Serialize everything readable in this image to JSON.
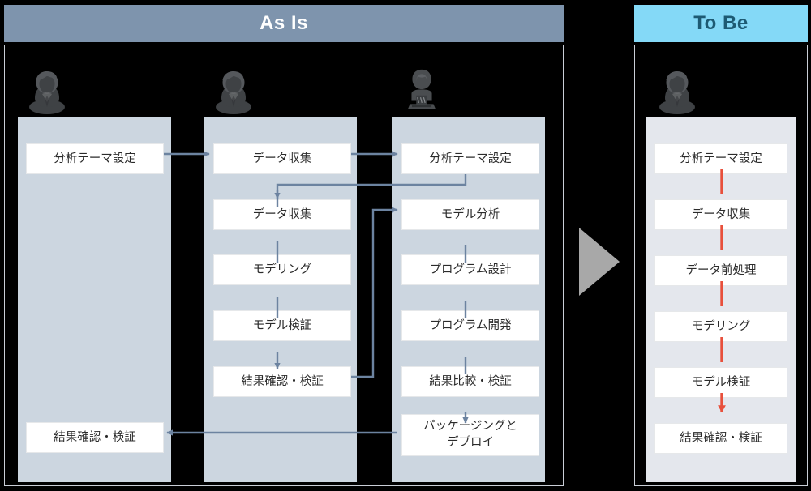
{
  "panels": {
    "as_is": {
      "title": "As Is",
      "header_color": "#7e94ad",
      "header_text_color": "#ffffff",
      "lane_color": "#ccd6e0",
      "connector_color": "#6c83a0",
      "actors": [
        {
          "name": "business-person-icon",
          "lane": 1
        },
        {
          "name": "business-person-icon",
          "lane": 2
        },
        {
          "name": "engineer-with-laptop-icon",
          "lane": 3
        }
      ],
      "lanes": [
        {
          "id": "lane-1",
          "steps": [
            {
              "label": "分析テーマ設定"
            },
            {
              "label": "結果確認・検証"
            }
          ]
        },
        {
          "id": "lane-2",
          "steps": [
            {
              "label": "データ収集"
            },
            {
              "label": "データ収集"
            },
            {
              "label": "モデリング"
            },
            {
              "label": "モデル検証"
            },
            {
              "label": "結果確認・検証"
            }
          ]
        },
        {
          "id": "lane-3",
          "steps": [
            {
              "label": "分析テーマ設定"
            },
            {
              "label": "モデル分析"
            },
            {
              "label": "プログラム設計"
            },
            {
              "label": "プログラム開発"
            },
            {
              "label": "結果比較・検証"
            },
            {
              "label": "パッケージングと",
              "label2": "デプロイ"
            }
          ]
        }
      ]
    },
    "to_be": {
      "title": "To Be",
      "header_color": "#84d9f7",
      "header_text_color": "#1d5a73",
      "lane_color": "#e4e7ed",
      "connector_color": "#e8503c",
      "actors": [
        {
          "name": "business-person-icon",
          "lane": 1
        }
      ],
      "steps": [
        {
          "label": "分析テーマ設定"
        },
        {
          "label": "データ収集"
        },
        {
          "label": "データ前処理"
        },
        {
          "label": "モデリング"
        },
        {
          "label": "モデル検証"
        },
        {
          "label": "結果確認・検証"
        }
      ]
    }
  },
  "transition": {
    "name": "transition-arrow",
    "color": "#a8a8a8"
  }
}
